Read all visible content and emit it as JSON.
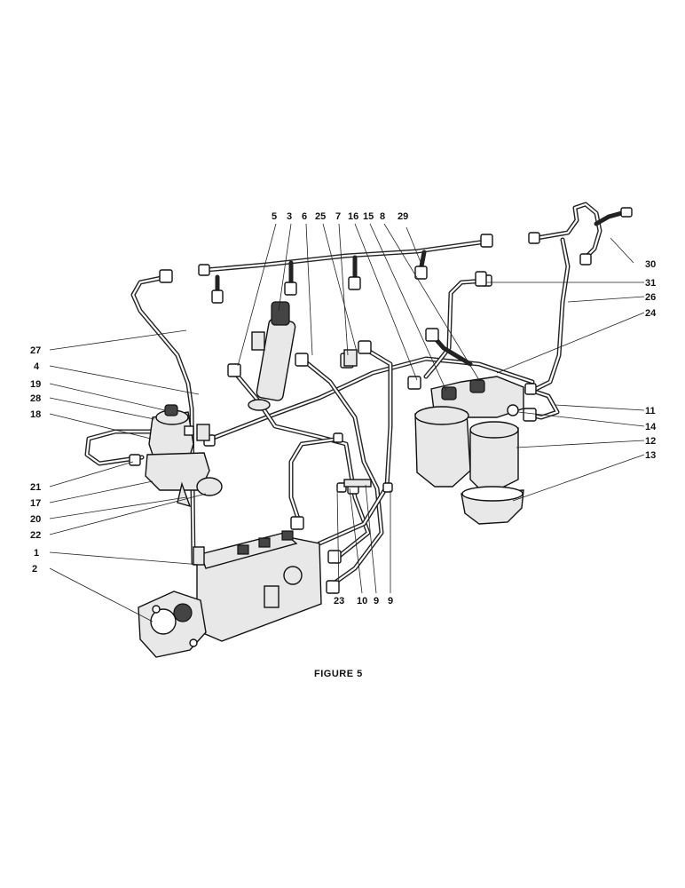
{
  "caption": "FIGURE 5",
  "callouts": {
    "c5": "5",
    "c3": "3",
    "c6": "6",
    "c25": "25",
    "c7": "7",
    "c16": "16",
    "c15": "15",
    "c8": "8",
    "c29": "29",
    "c30": "30",
    "c31": "31",
    "c26": "26",
    "c24": "24",
    "c27": "27",
    "c4": "4",
    "c19": "19",
    "c28": "28",
    "c18": "18",
    "c11": "11",
    "c14": "14",
    "c12": "12",
    "c13": "13",
    "c21": "21",
    "c17": "17",
    "c20": "20",
    "c22": "22",
    "c1": "1",
    "c2": "2",
    "c23": "23",
    "c10": "10",
    "c9a": "9",
    "c9b": "9"
  }
}
